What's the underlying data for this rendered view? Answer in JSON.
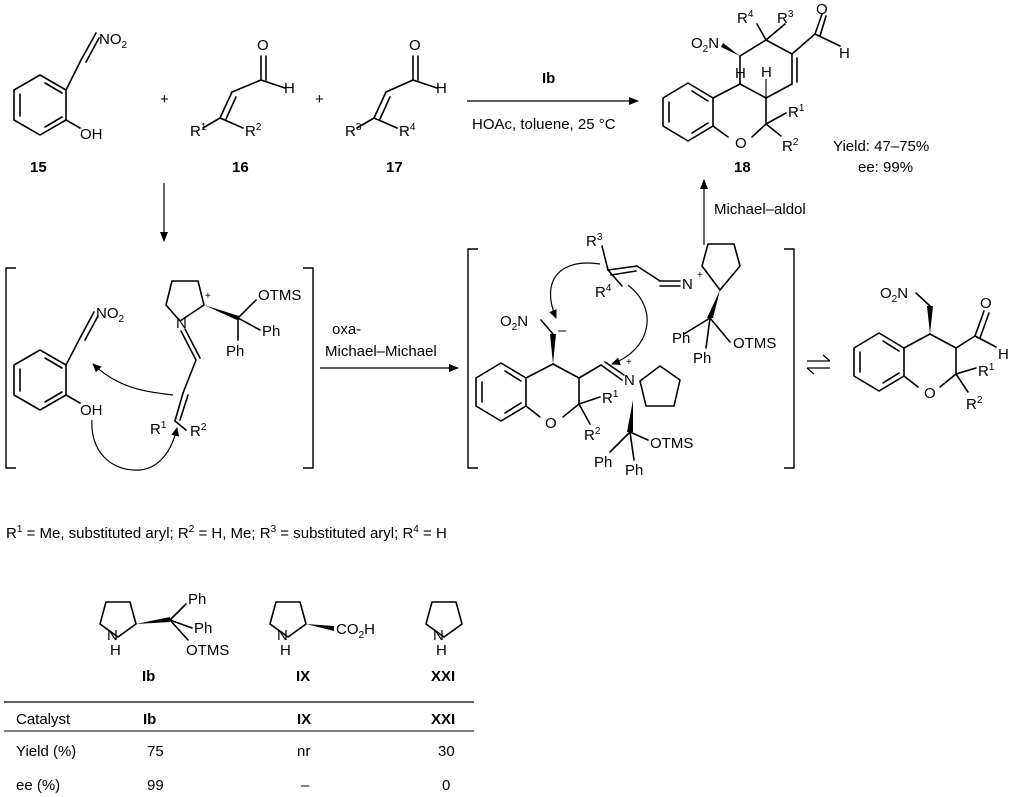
{
  "compounds": {
    "c15": {
      "label": "15",
      "nitro": "NO",
      "nitro_sub": "2",
      "oh": "OH"
    },
    "c16": {
      "label": "16",
      "O": "O",
      "H": "H",
      "R1": "R",
      "R1_sup": "1",
      "R2": "R",
      "R2_sup": "2"
    },
    "c17": {
      "label": "17",
      "O": "O",
      "H": "H",
      "R3": "R",
      "R3_sup": "3",
      "R4": "R",
      "R4_sup": "4"
    },
    "c18": {
      "label": "18",
      "R4": "R",
      "R4_sup": "4",
      "R3": "R",
      "R3_sup": "3",
      "O": "O",
      "H": "H",
      "nitro": "O",
      "nitro_sub": "2",
      "nitro_N": "N",
      "H_a": "H",
      "H_b": "H",
      "ring_O": "O",
      "R1": "R",
      "R1_sup": "1",
      "R2": "R",
      "R2_sup": "2"
    }
  },
  "plus": "+",
  "reaction": {
    "catalyst": "Ib",
    "conditions": "HOAc, toluene, 25 °C"
  },
  "results": {
    "yield": "Yield: 47–75%",
    "ee": "ee: 99%"
  },
  "steps": {
    "michael_aldol": "Michael–aldol",
    "oxa_line1": "oxa-",
    "oxa_line2": "Michael–Michael"
  },
  "intermediates": {
    "int1": {
      "nitro": "NO",
      "nitro_sub": "2",
      "oh": "OH",
      "N": "N",
      "plus": "+",
      "otms": "OTMS",
      "ph1": "Ph",
      "ph2": "Ph",
      "R1": "R",
      "R1_sup": "1",
      "R2": "R",
      "R2_sup": "2"
    },
    "int2": {
      "R3": "R",
      "R3_sup": "3",
      "R4": "R",
      "R4_sup": "4",
      "N_top": "N",
      "plus_top": "+",
      "ph1": "Ph",
      "ph2": "Ph",
      "otms1": "OTMS",
      "nitro_O": "O",
      "nitro_sub": "2",
      "nitro_N": "N",
      "minus": "–",
      "N_bot": "N",
      "plus_bot": "+",
      "ring_O": "O",
      "R1": "R",
      "R1_sup": "1",
      "R2": "R",
      "R2_sup": "2",
      "otms2": "OTMS",
      "ph3": "Ph",
      "ph4": "Ph"
    },
    "product_aldol": {
      "nitro_O": "O",
      "nitro_sub": "2",
      "nitro_N": "N",
      "O": "O",
      "H": "H",
      "ring_O": "O",
      "R1": "R",
      "R1_sup": "1",
      "R2": "R",
      "R2_sup": "2"
    }
  },
  "footnote": {
    "parts": [
      {
        "t": "R"
      },
      {
        "s": "1"
      },
      {
        "t": " = Me, substituted aryl; R"
      },
      {
        "s": "2"
      },
      {
        "t": " = H, Me; R"
      },
      {
        "s": "3"
      },
      {
        "t": " = substituted aryl; R"
      },
      {
        "s": "4"
      },
      {
        "t": " = H"
      }
    ]
  },
  "catalysts": {
    "Ib": {
      "label": "Ib",
      "NH": "N",
      "H": "H",
      "ph1": "Ph",
      "ph2": "Ph",
      "otms": "OTMS"
    },
    "IX": {
      "label": "IX",
      "NH": "N",
      "H": "H",
      "co2h": "CO",
      "co2h_sub": "2",
      "co2h_h": "H"
    },
    "XXI": {
      "label": "XXI",
      "NH": "N",
      "H": "H"
    }
  },
  "table": {
    "headers": [
      "Catalyst",
      "Ib",
      "IX",
      "XXI"
    ],
    "rows": [
      [
        "Yield (%)",
        "75",
        "nr",
        "30"
      ],
      [
        "ee (%)",
        "99",
        "–",
        "0"
      ]
    ]
  }
}
